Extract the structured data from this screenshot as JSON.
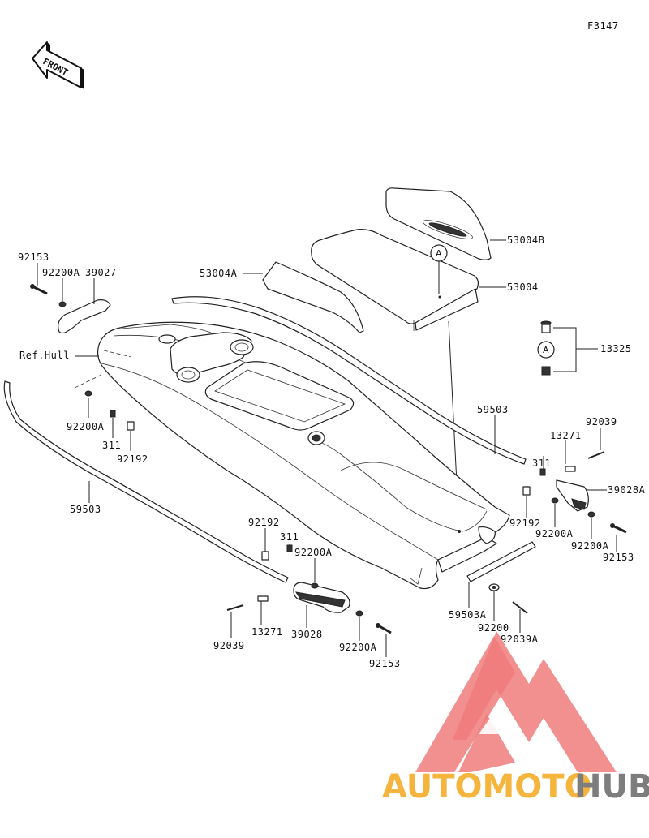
{
  "figure_code": "F3147",
  "front_label": "FRONT",
  "ref_label": "Ref.Hull",
  "circle_marker": "A",
  "parts": {
    "p53004B": "53004B",
    "p53004": "53004",
    "p53004A": "53004A",
    "p13325": "13325",
    "p59503_right": "59503",
    "p59503_left": "59503",
    "p13271_right": "13271",
    "p92039_right": "92039",
    "p311_right": "311",
    "p39028A": "39028A",
    "p92192_right": "92192",
    "p92200A_right1": "92200A",
    "p92200A_right2": "92200A",
    "p92153_right": "92153",
    "p92153_left": "92153",
    "p92200A_topleft": "92200A",
    "p39027": "39027",
    "p92200A_left": "92200A",
    "p311_left": "311",
    "p92192_left": "92192",
    "p92192_bottom": "92192",
    "p311_bottom": "311",
    "p92200A_bottom1": "92200A",
    "p92039_bottom": "92039",
    "p13271_bottom": "13271",
    "p39028": "39028",
    "p92200A_bottom2": "92200A",
    "p92153_bottom": "92153",
    "p59503A": "59503A",
    "p92200": "92200",
    "p92039A": "92039A"
  },
  "watermark": {
    "part1": "AUTOMOTO",
    "part2": "HUB",
    "color1": "#f5b43c",
    "color2": "#7d7d7d",
    "logo_color": "#f07b7b"
  }
}
